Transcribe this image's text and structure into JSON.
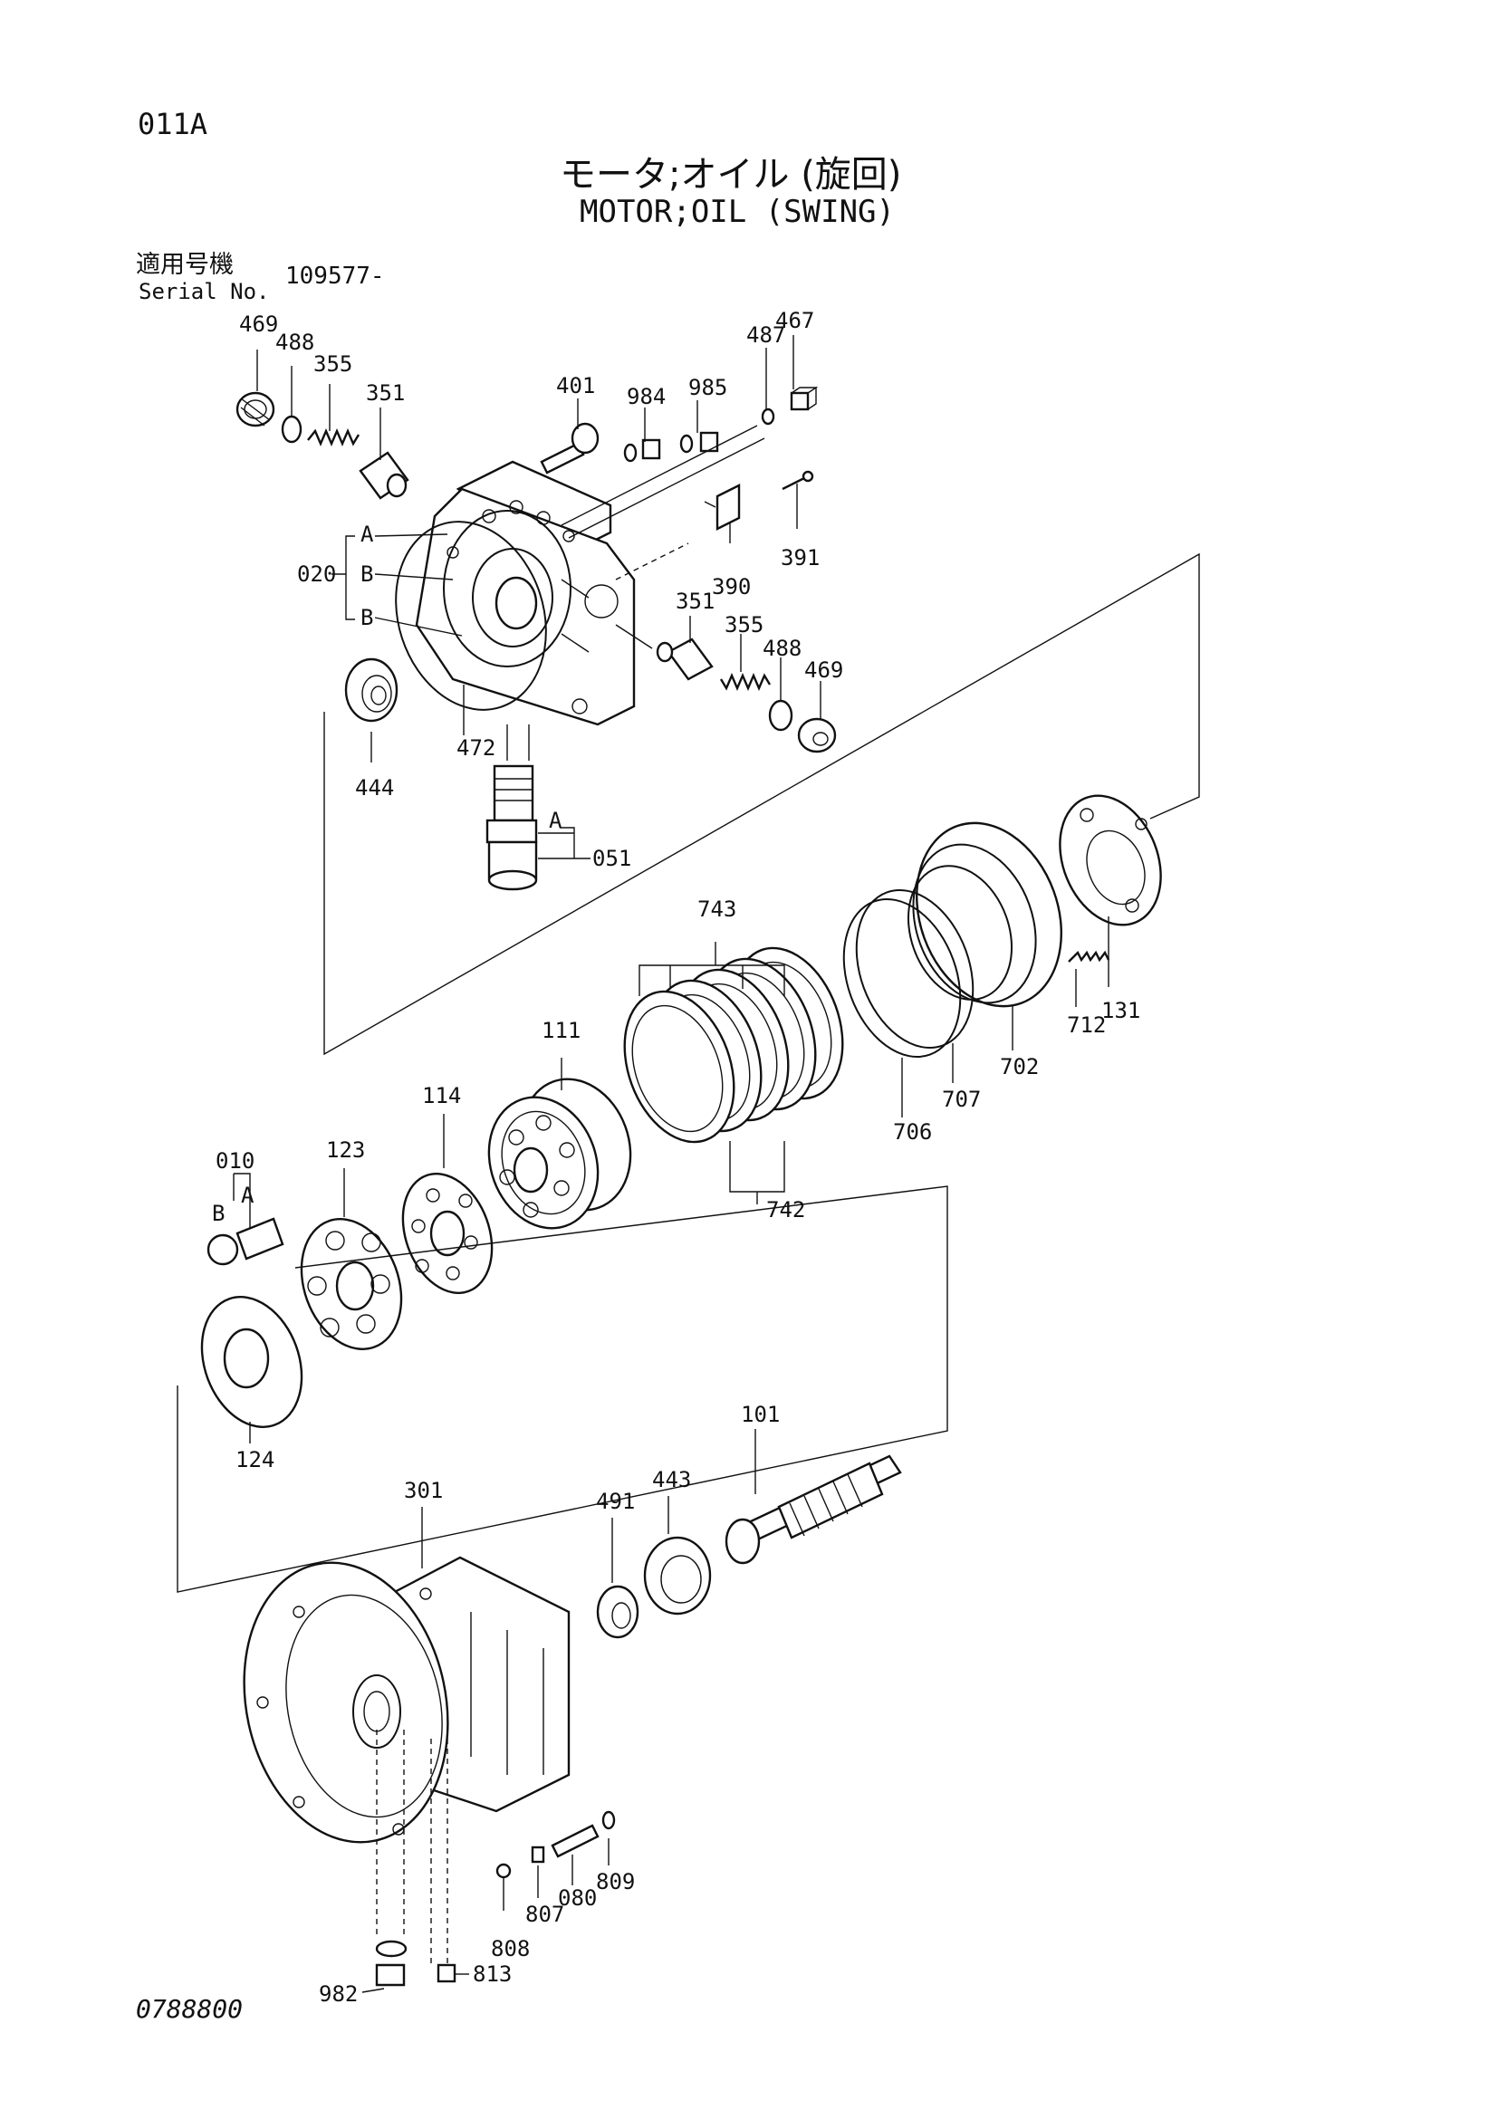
{
  "header": {
    "page_code": "011A",
    "title_jp": "モータ;オイル (旋回)",
    "title_en": "MOTOR;OIL (SWING)",
    "serial_label_jp": "適用号機",
    "serial_label_en": "Serial No.",
    "serial_value": "109577-"
  },
  "part_labels": {
    "p469a": "469",
    "p488a": "488",
    "p355a": "355",
    "p351a": "351",
    "p401": "401",
    "p984": "984",
    "p985": "985",
    "p487": "487",
    "p467": "467",
    "p390": "390",
    "p391": "391",
    "p020": "020",
    "p020A": "A",
    "p020B1": "B",
    "p020B2": "B",
    "p351b": "351",
    "p355b": "355",
    "p488b": "488",
    "p469b": "469",
    "p444": "444",
    "p472": "472",
    "p051": "051",
    "p051A": "A",
    "p743": "743",
    "p742": "742",
    "p706": "706",
    "p707": "707",
    "p702": "702",
    "p712": "712",
    "p131": "131",
    "p111": "111",
    "p114": "114",
    "p123": "123",
    "p010": "010",
    "p010A": "A",
    "p010B": "B",
    "p124": "124",
    "p101": "101",
    "p443": "443",
    "p491": "491",
    "p301": "301",
    "p809": "809",
    "p080": "080",
    "p807": "807",
    "p808": "808",
    "p982": "982",
    "p813": "813"
  },
  "footer": {
    "doc_no": "0788800"
  }
}
